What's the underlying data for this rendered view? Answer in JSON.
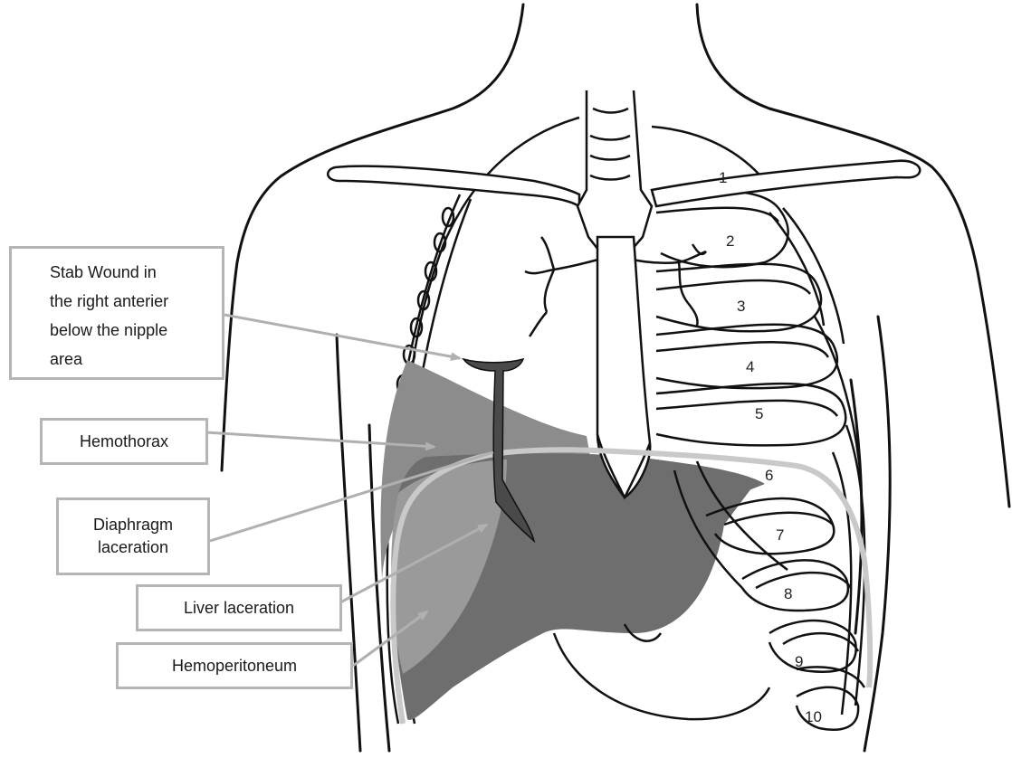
{
  "labels": {
    "stab_wound": "Stab Wound in\nthe right anterier\nbelow the nipple\narea",
    "hemothorax": "Hemothorax",
    "diaphragm_laceration": "Diaphragm\nlaceration",
    "liver_laceration": "Liver laceration",
    "hemoperitoneum": "Hemoperitoneum"
  },
  "rib_numbers": [
    "1",
    "2",
    "3",
    "4",
    "5",
    "6",
    "7",
    "8",
    "9",
    "10"
  ],
  "colors": {
    "outline": "#111111",
    "hemothorax": "#8c8c8c",
    "liver": "#6e6e6e",
    "liver_light": "#9a9a9a",
    "diaphragm": "#c9c9c9",
    "label_border": "#b5b5b5",
    "arrow": "#b0b0b0",
    "knife": "#4a4a4a"
  }
}
